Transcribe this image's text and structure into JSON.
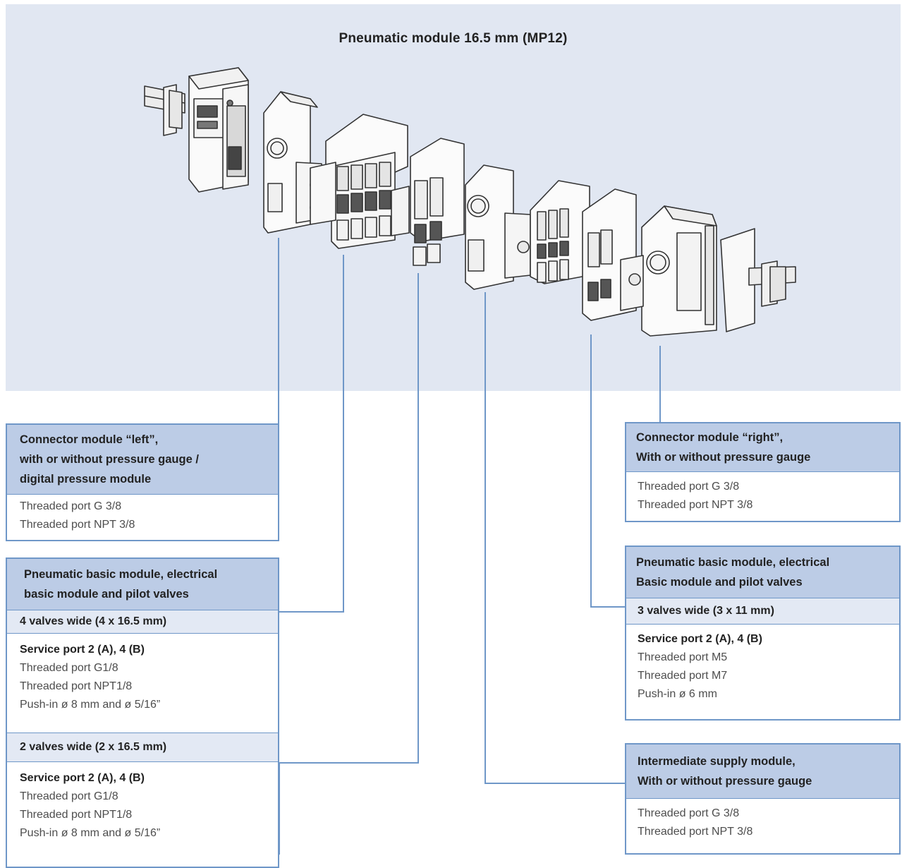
{
  "title": "Pneumatic module 16.5 mm (MP12)",
  "colors": {
    "background_band": "#e1e7f2",
    "box_border": "#6f97c8",
    "header_fill": "#bccce6",
    "subheader_fill": "#e3e9f4"
  },
  "connector_left": {
    "header": [
      "Connector module “left”,",
      "with or without pressure gauge /",
      "digital pressure module"
    ],
    "ports": [
      "Threaded port G 3/8",
      "Threaded port NPT 3/8"
    ]
  },
  "basic_left": {
    "header": [
      "Pneumatic basic module, electrical",
      "basic module and pilot valves"
    ],
    "four_wide": {
      "label": "4 valves wide (4 x 16.5 mm)",
      "service_title": "Service port 2 (A), 4 (B)",
      "ports": [
        "Threaded port G1/8",
        "Threaded port NPT1/8",
        "Push-in ø 8 mm and ø 5/16”"
      ]
    },
    "two_wide": {
      "label": "2 valves wide (2 x 16.5 mm)",
      "service_title": "Service port 2 (A), 4 (B)",
      "ports": [
        "Threaded port G1/8",
        "Threaded port NPT1/8",
        "Push-in ø 8 mm and ø 5/16”"
      ]
    }
  },
  "connector_right": {
    "header": [
      "Connector module “right”,",
      "With or without pressure gauge"
    ],
    "ports": [
      "Threaded port G 3/8",
      "Threaded port NPT 3/8"
    ]
  },
  "basic_right": {
    "header": [
      "Pneumatic basic module, electrical",
      "Basic module and pilot valves"
    ],
    "three_wide": {
      "label": "3 valves wide (3 x 11 mm)",
      "service_title": "Service port 2 (A), 4 (B)",
      "ports": [
        "Threaded port M5",
        "Threaded port M7",
        "Push-in ø 6 mm"
      ]
    }
  },
  "intermediate": {
    "header": [
      "Intermediate supply module,",
      "With or without pressure gauge"
    ],
    "ports": [
      "Threaded port G 3/8",
      "Threaded port NPT 3/8"
    ]
  }
}
